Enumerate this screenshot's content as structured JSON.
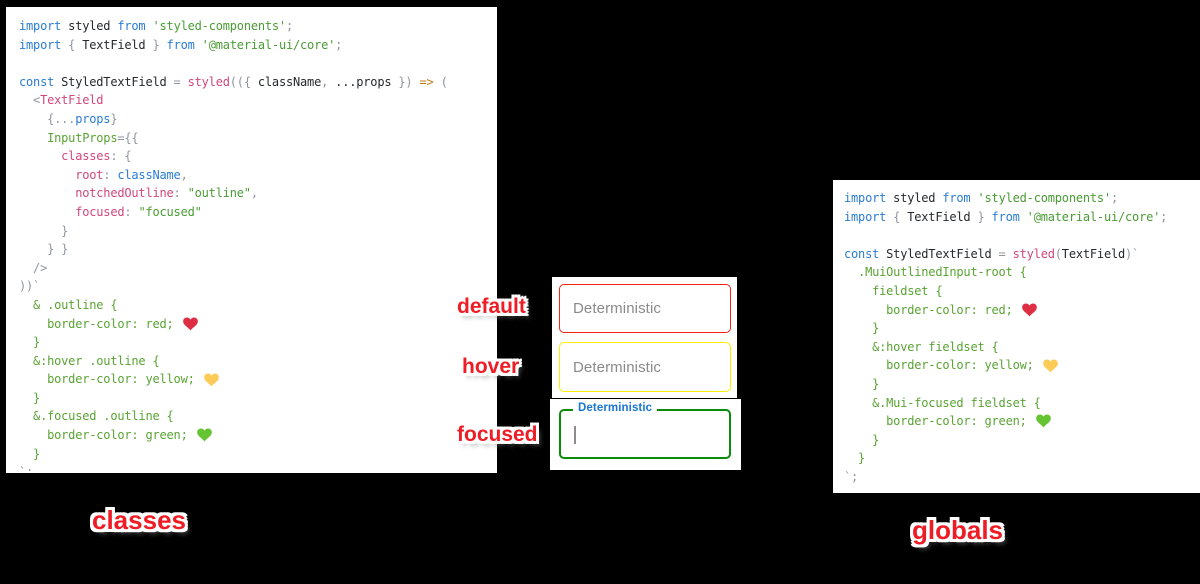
{
  "labels": {
    "default": "default",
    "hover": "hover",
    "focused": "focused",
    "classes": "classes",
    "globals": "globals"
  },
  "demo": {
    "default_field": {
      "placeholder": "Deterministic",
      "border": "#f52516"
    },
    "hover_field": {
      "placeholder": "Deterministic",
      "border": "#ffee00"
    },
    "focused_field": {
      "label": "Deterministic",
      "border": "#0b8a0b",
      "label_color": "#1976d2"
    }
  },
  "colors": {
    "background": "#000000",
    "panel": "#ffffff",
    "label_red": "#ee1c25",
    "syntax_keyword_blue": "#2b7cd3",
    "syntax_pink": "#d1477a",
    "syntax_string_green": "#4a9c35",
    "syntax_css_green": "#5aa334",
    "syntax_gray": "#8f959e",
    "syntax_arrow_orange": "#bf7b16",
    "hearts": {
      "red": "#dd2e44",
      "yellow": "#fdcb58",
      "green": "#64c431"
    }
  },
  "left_code": {
    "lines": [
      [
        [
          "kw",
          "import"
        ],
        [
          "pl",
          " styled "
        ],
        [
          "kw",
          "from"
        ],
        [
          "st",
          " 'styled-components'"
        ],
        [
          "gy",
          ";"
        ]
      ],
      [
        [
          "kw",
          "import"
        ],
        [
          "gy",
          " { "
        ],
        [
          "pl",
          "TextField"
        ],
        [
          "gy",
          " } "
        ],
        [
          "kw",
          "from"
        ],
        [
          "st",
          " '@material-ui/core'"
        ],
        [
          "gy",
          ";"
        ]
      ],
      [],
      [
        [
          "kw",
          "const"
        ],
        [
          "pl",
          " StyledTextField "
        ],
        [
          "gy",
          "= "
        ],
        [
          "pk",
          "styled"
        ],
        [
          "gy",
          "(({ "
        ],
        [
          "pl",
          "className"
        ],
        [
          "gy",
          ", "
        ],
        [
          "pl",
          "...props"
        ],
        [
          "gy",
          " }) "
        ],
        [
          "ar",
          "=>"
        ],
        [
          "gy",
          " ("
        ]
      ],
      [
        [
          "gy",
          "  <"
        ],
        [
          "pk",
          "TextField"
        ]
      ],
      [
        [
          "gy",
          "    {..."
        ],
        [
          "kw",
          "props"
        ],
        [
          "gy",
          "}"
        ]
      ],
      [
        [
          "gn",
          "    InputProps"
        ],
        [
          "gy",
          "={{"
        ]
      ],
      [
        [
          "pk",
          "      classes"
        ],
        [
          "gy",
          ": {"
        ]
      ],
      [
        [
          "pk",
          "        root"
        ],
        [
          "gy",
          ": "
        ],
        [
          "kw",
          "className"
        ],
        [
          "gy",
          ","
        ]
      ],
      [
        [
          "pk",
          "        notchedOutline"
        ],
        [
          "gy",
          ": "
        ],
        [
          "st",
          "\"outline\""
        ],
        [
          "gy",
          ","
        ]
      ],
      [
        [
          "pk",
          "        focused"
        ],
        [
          "gy",
          ": "
        ],
        [
          "st",
          "\"focused\""
        ]
      ],
      [
        [
          "gy",
          "      }"
        ]
      ],
      [
        [
          "gy",
          "    } }"
        ]
      ],
      [
        [
          "gy",
          "  />"
        ]
      ],
      [
        [
          "gy",
          "))`"
        ]
      ],
      [
        [
          "gn",
          "  & .outline {"
        ]
      ],
      [
        [
          "gn",
          "    border-color: red; "
        ],
        [
          "heart",
          "red"
        ]
      ],
      [
        [
          "gn",
          "  }"
        ]
      ],
      [
        [
          "gn",
          "  &:hover .outline {"
        ]
      ],
      [
        [
          "gn",
          "    border-color: yellow; "
        ],
        [
          "heart",
          "yellow"
        ]
      ],
      [
        [
          "gn",
          "  }"
        ]
      ],
      [
        [
          "gn",
          "  &.focused .outline {"
        ]
      ],
      [
        [
          "gn",
          "    border-color: green; "
        ],
        [
          "heart",
          "green"
        ]
      ],
      [
        [
          "gn",
          "  }"
        ]
      ],
      [
        [
          "gy",
          "`;"
        ]
      ]
    ]
  },
  "right_code": {
    "lines": [
      [
        [
          "kw",
          "import"
        ],
        [
          "pl",
          " styled "
        ],
        [
          "kw",
          "from"
        ],
        [
          "st",
          " 'styled-components'"
        ],
        [
          "gy",
          ";"
        ]
      ],
      [
        [
          "kw",
          "import"
        ],
        [
          "gy",
          " { "
        ],
        [
          "pl",
          "TextField"
        ],
        [
          "gy",
          " } "
        ],
        [
          "kw",
          "from"
        ],
        [
          "st",
          " '@material-ui/core'"
        ],
        [
          "gy",
          ";"
        ]
      ],
      [],
      [
        [
          "kw",
          "const"
        ],
        [
          "pl",
          " StyledTextField "
        ],
        [
          "gy",
          "= "
        ],
        [
          "pk",
          "styled"
        ],
        [
          "gy",
          "("
        ],
        [
          "pl",
          "TextField"
        ],
        [
          "gy",
          ")`"
        ]
      ],
      [
        [
          "gn",
          "  .MuiOutlinedInput-root {"
        ]
      ],
      [
        [
          "gn",
          "    fieldset {"
        ]
      ],
      [
        [
          "gn",
          "      border-color: red; "
        ],
        [
          "heart",
          "red"
        ]
      ],
      [
        [
          "gn",
          "    }"
        ]
      ],
      [
        [
          "gn",
          "    &:hover fieldset {"
        ]
      ],
      [
        [
          "gn",
          "      border-color: yellow; "
        ],
        [
          "heart",
          "yellow"
        ]
      ],
      [
        [
          "gn",
          "    }"
        ]
      ],
      [
        [
          "gn",
          "    &.Mui-focused fieldset {"
        ]
      ],
      [
        [
          "gn",
          "      border-color: green; "
        ],
        [
          "heart",
          "green"
        ]
      ],
      [
        [
          "gn",
          "    }"
        ]
      ],
      [
        [
          "gn",
          "  }"
        ]
      ],
      [
        [
          "gy",
          "`;"
        ]
      ]
    ]
  }
}
